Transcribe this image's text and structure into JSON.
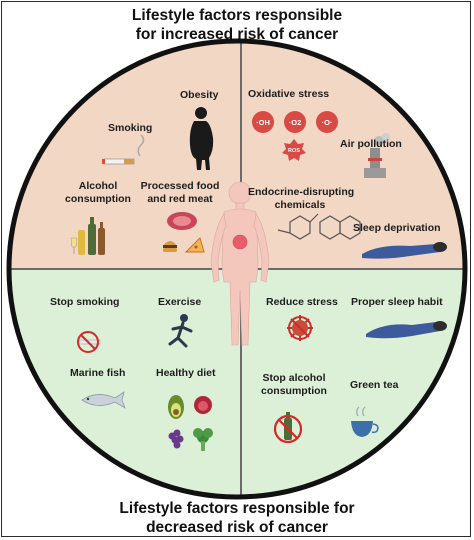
{
  "titles": {
    "top_line1": "Lifestyle factors responsible",
    "top_line2": "for increased risk of cancer",
    "bottom_line1": "Lifestyle factors responsible for",
    "bottom_line2": "decreased risk of cancer"
  },
  "increased_left": {
    "obesity": "Obesity",
    "smoking": "Smoking",
    "alcohol_line1": "Alcohol",
    "alcohol_line2": "consumption",
    "processed_line1": "Processed food",
    "processed_line2": "and red meat"
  },
  "increased_right": {
    "oxidative_stress": "Oxidative stress",
    "ros_labels": [
      "·OH",
      "·O2",
      "·O·",
      "ROS"
    ],
    "air_pollution": "Air pollution",
    "edc_line1": "Endocrine-disrupting",
    "edc_line2": "chemicals",
    "sleep_deprivation": "Sleep deprivation"
  },
  "decreased_left": {
    "stop_smoking": "Stop smoking",
    "exercise": "Exercise",
    "marine_fish": "Marine fish",
    "healthy_diet": "Healthy diet"
  },
  "decreased_right": {
    "reduce_stress": "Reduce stress",
    "proper_sleep": "Proper sleep habit",
    "stop_alcohol_line1": "Stop alcohol",
    "stop_alcohol_line2": "consumption",
    "green_tea": "Green tea"
  },
  "colors": {
    "increased_bg": "#f1d7c4",
    "decreased_bg": "#dcefd7",
    "outline": "#111111",
    "body": "#f4c7bd",
    "ros_red": "#d94a44"
  },
  "icons": [
    "obesity-silhouette-icon",
    "cigarette-icon",
    "alcohol-bottles-icon",
    "processed-food-icon",
    "ros-radicals-icon",
    "factory-smoke-icon",
    "chemical-structure-icon",
    "sleeping-person-icon",
    "no-smoking-icon",
    "runner-icon",
    "fish-icon",
    "healthy-food-icon",
    "virus-stress-icon",
    "no-alcohol-icon",
    "green-tea-icon",
    "human-body-icon"
  ]
}
